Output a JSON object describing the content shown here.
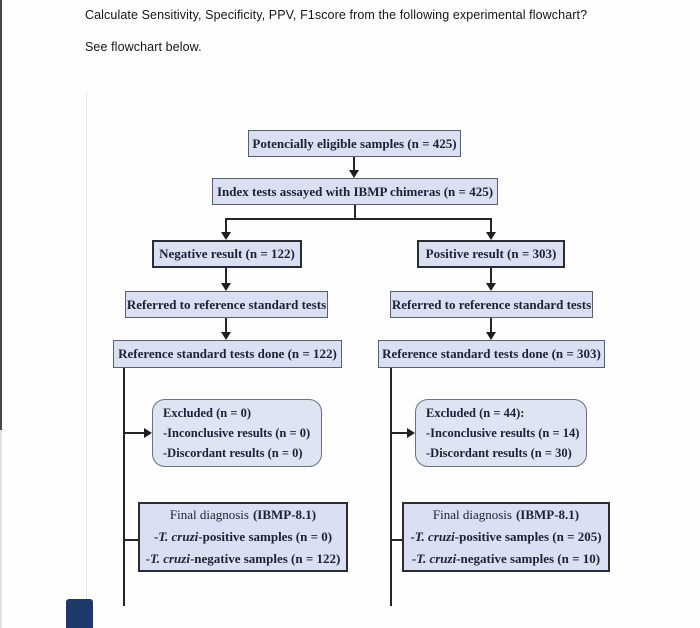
{
  "header": {
    "question": "Calculate Sensitivity, Specificity, PPV, F1score from the following experimental flowchart?",
    "note": "See flowchart below."
  },
  "flowchart": {
    "eligible": "Potencially eligible samples (n = 425)",
    "index_tests": "Index tests assayed with IBMP chimeras (n = 425)",
    "negative_result": "Negative result (n = 122)",
    "positive_result": "Positive result (n = 303)",
    "referred_left": "Referred to reference standard tests",
    "referred_right": "Referred to reference standard tests",
    "tests_done_left": "Reference standard tests done (n = 122)",
    "tests_done_right": "Reference standard tests done (n = 303)",
    "excluded_left": {
      "title": "Excluded (n = 0)",
      "inconclusive": "-Inconclusive results (n = 0)",
      "discordant": "-Discordant results (n = 0)"
    },
    "excluded_right": {
      "title": "Excluded (n = 44):",
      "inconclusive": "-Inconclusive results (n = 14)",
      "discordant": "-Discordant results (n = 30)"
    },
    "final_left": {
      "title": "Final diagnosis",
      "title_bold": "(IBMP-8.1)",
      "pos_prefix": "-",
      "pos_species": "T. cruzi",
      "pos_rest": "-positive samples (n = 0)",
      "neg_prefix": "-",
      "neg_species": "T. cruzi",
      "neg_rest": "-negative samples (n = 122)"
    },
    "final_right": {
      "title": "Final diagnosis",
      "title_bold": "(IBMP-8.1)",
      "pos_prefix": "-",
      "pos_species": "T. cruzi",
      "pos_rest": "-positive samples (n = 205)",
      "neg_prefix": "-",
      "neg_species": "T. cruzi",
      "neg_rest": "-negative samples (n = 10)"
    }
  },
  "colors": {
    "box_fill": "#dae0f2",
    "box_border": "#5b6070",
    "strong_border": "#2b2c34",
    "text": "#1b2138",
    "connector": "#26262a",
    "accent_bar": "#20396b"
  }
}
